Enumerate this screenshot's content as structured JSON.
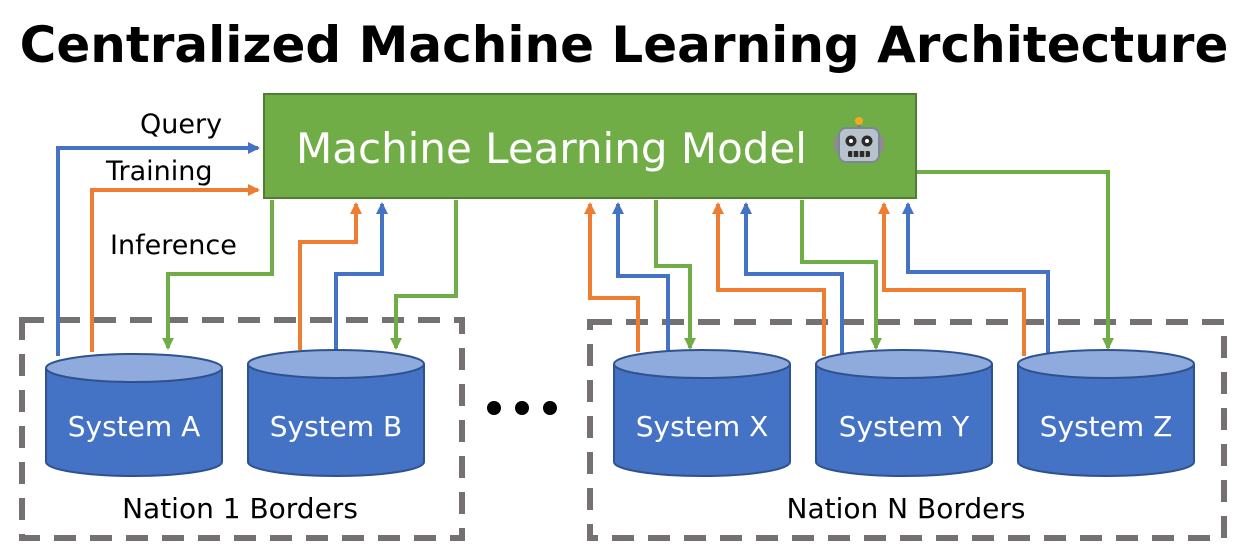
{
  "title": "Centralized Machine Learning Architecture",
  "model": {
    "label": "Machine Learning Model",
    "icon": "robot-icon"
  },
  "flows": {
    "query": "Query",
    "training": "Training",
    "inference": "Inference"
  },
  "systems": [
    "System A",
    "System B",
    "System X",
    "System Y",
    "System Z"
  ],
  "borders": [
    "Nation 1 Borders",
    "Nation N Borders"
  ],
  "colors": {
    "query": "#4472C4",
    "training": "#ED7D31",
    "inference": "#70AD47",
    "model_fill": "#70AD47",
    "database": "#4472C4",
    "border_dash": "#767171"
  }
}
